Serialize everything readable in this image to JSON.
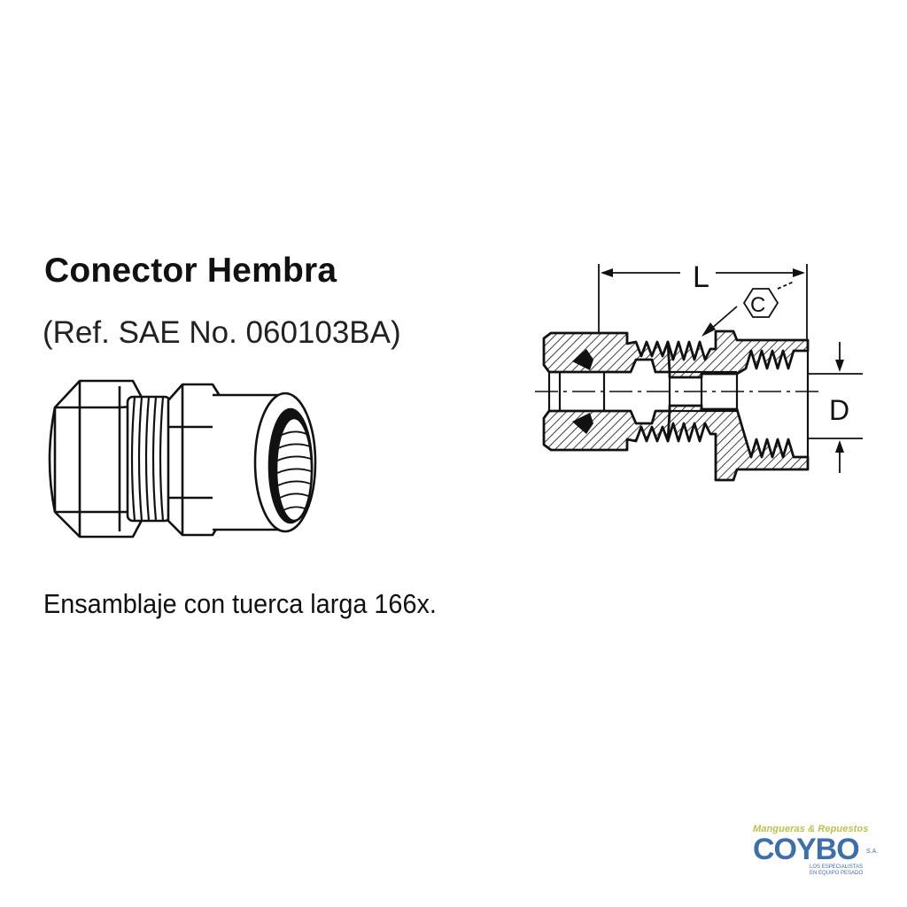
{
  "title": "Conector Hembra",
  "subtitle": "(Ref. SAE No. 060103BA)",
  "caption": "Ensamblaje con tuerca larga 166x.",
  "dimensions": {
    "length_label": "L",
    "hex_label": "C",
    "diameter_label": "D"
  },
  "logo": {
    "top_line": "Mangueras & Repuestos",
    "brand": "COYBO",
    "suffix": "S.A.",
    "tagline_1": "LOS ESPECIALISTAS",
    "tagline_2": "EN EQUIPO PESADO"
  },
  "colors": {
    "ink": "#111111",
    "logo_blue": "#3f6fa8",
    "logo_green": "#b9c24a"
  }
}
